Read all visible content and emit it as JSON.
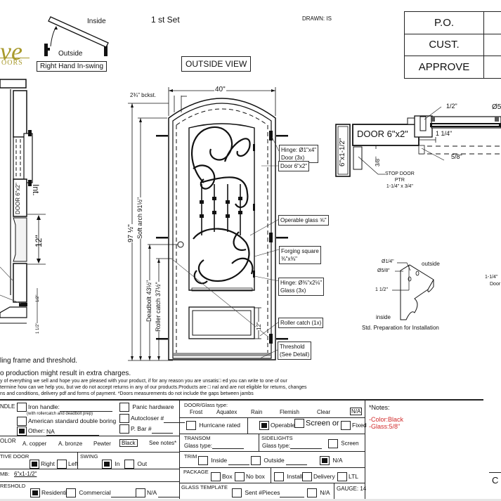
{
  "header": {
    "logo_partial_text": "ve",
    "logo_sub_text": "OORS",
    "swing_diagram": {
      "inside_label": "Inside",
      "outside_label": "Outside",
      "caption": "Right Hand In-swing"
    },
    "set_label": "1 st Set",
    "drawn_label": "DRAWN: IS",
    "view_label": "OUTSIDE VIEW",
    "approval_table": [
      {
        "label": "P.O.",
        "value": ""
      },
      {
        "label": "CUST.",
        "value": ""
      },
      {
        "label": "APPROVE",
        "value": ""
      }
    ]
  },
  "side_section": {
    "door_label": "DOOR 6\"x2\"",
    "int_label": "Int.",
    "height_dim": "12\"",
    "bottom_dims": [
      "1/2\"",
      "1 1/2\""
    ]
  },
  "door_elevation": {
    "width_dim": "40\"",
    "backset_dim": "2¾\" bckst.",
    "total_height": "97 ½\"",
    "soft_arch": "Soft arch 91½\"",
    "deadbolt": "Deadbolt 43½\"",
    "roller_catch": "Roller catch 37½\"",
    "panel_height": "12\"",
    "callouts": [
      {
        "id": "hinge-door",
        "lines": [
          "Hinge: Ø1\"x4\"",
          "Door (3x)"
        ]
      },
      {
        "id": "door-size",
        "lines": [
          "Door 6\"x2\""
        ]
      },
      {
        "id": "operable-glass",
        "lines": [
          "Operable glass ⅝\""
        ]
      },
      {
        "id": "forging-square",
        "lines": [
          "Forging square",
          "⅜\"x⅜\""
        ]
      },
      {
        "id": "hinge-glass",
        "lines": [
          "Hinge: Ø⅜\"x2⅛\"",
          "Glass (3x)"
        ]
      },
      {
        "id": "roller-catch",
        "lines": [
          "Roller catch  (1x)"
        ]
      },
      {
        "id": "threshold",
        "lines": [
          "Threshold",
          "(See Detail)"
        ]
      }
    ]
  },
  "jamb_section": {
    "door_label": "DOOR 6\"x2\"",
    "jamb_label": "6\"x1-1/2\"",
    "dims": [
      "1/2\"",
      "1 1/4\"",
      "5/8\"",
      "3/8\"",
      "Ø5"
    ],
    "stop_label": [
      "STOP DOOR",
      "PTR",
      "1-1/4\" x 3/4\""
    ]
  },
  "install_detail": {
    "dims": [
      "Ø1/4\"",
      "Ø5/8\"",
      "1 1/2\""
    ],
    "outside_label": "outside",
    "inside_label": "inside",
    "caption": "Std. Preparation for Installation",
    "right_partial": [
      "1-1/4\"",
      "Door"
    ]
  },
  "notes_text": {
    "line1": "ling frame and threshold.",
    "line2": "o production might result in extra charges.",
    "fine_print": [
      "y of everything we sell and hope you are pleased with your product, if for any reason you are unsatis□ ed you can write to one of our",
      "termine how can we help you, but we do not accept returns in any of our products.Products are □ nal and are not eligible for returns, changes",
      "ns and conditions, delivery pdf and forms of payment. *Doors measurements do not include the gaps between jambs"
    ]
  },
  "form": {
    "handle": {
      "label": "NDLE",
      "iron_handle": "Iron handle:",
      "iron_handle_sub": "(with rollercatch and deadbolt prep)",
      "american": "American standard double boring",
      "other": "Other:",
      "other_value": "NA",
      "panic": "Panic hardware",
      "autocloser": "Autocloser #",
      "pbar": "P. Bar #",
      "checked": "other"
    },
    "color": {
      "label": "OLOR",
      "options": [
        "A. copper",
        "A. bronze",
        "Pewter",
        "Black"
      ],
      "selected": "Black",
      "see_notes": "See notes*"
    },
    "active_door": {
      "label": "TIVE DOOR",
      "right": "Right",
      "left": "Left",
      "checked": "Right"
    },
    "swing": {
      "label": "SWING",
      "in": "In",
      "out": "Out",
      "checked": "In"
    },
    "jamb": {
      "label": "MB:",
      "value": "6\"x1-1/2\""
    },
    "threshold": {
      "label": "RESHOLD",
      "residential": "Residential",
      "commercial": "Commercial",
      "na": "N/A",
      "checked": "Residential"
    },
    "glass_type": {
      "label": "DOOR/Glass type:",
      "options": [
        "Frost",
        "Aquatex",
        "Rain",
        "Flemish",
        "Clear",
        "N/A"
      ],
      "selected": "N/A"
    },
    "hurricane": {
      "label": "Hurricane rated"
    },
    "operable": {
      "operable": "Operable",
      "screen_or": "Screen or",
      "fixed": "Fixed",
      "checked": "Operable"
    },
    "transom": {
      "label": "TRANSOM",
      "glass_type": "Glass type:"
    },
    "sidelights": {
      "label": "SIDELIGHTS",
      "glass_type": "Glass type:",
      "screen": "Screen"
    },
    "trim": {
      "label": "TRIM",
      "inside": "Inside",
      "outside": "Outside",
      "na": "N/A",
      "checked": "N/A"
    },
    "package": {
      "label": "PACKAGE",
      "box": "Box",
      "no_box": "No box",
      "install": "Install",
      "delivery": "Delivery",
      "ltl": "LTL"
    },
    "glass_template": {
      "label": "GLASS TEMPLATE",
      "sent": "Sent #Pieces",
      "na": "N/A"
    },
    "gauge": "GAUGE: 14"
  },
  "notes_box": {
    "title": "*Notes:",
    "lines": [
      "-Color:Black",
      "-Glass:5/8\""
    ],
    "note_color": "#d12a2a"
  },
  "bottom_right_partial": "C"
}
